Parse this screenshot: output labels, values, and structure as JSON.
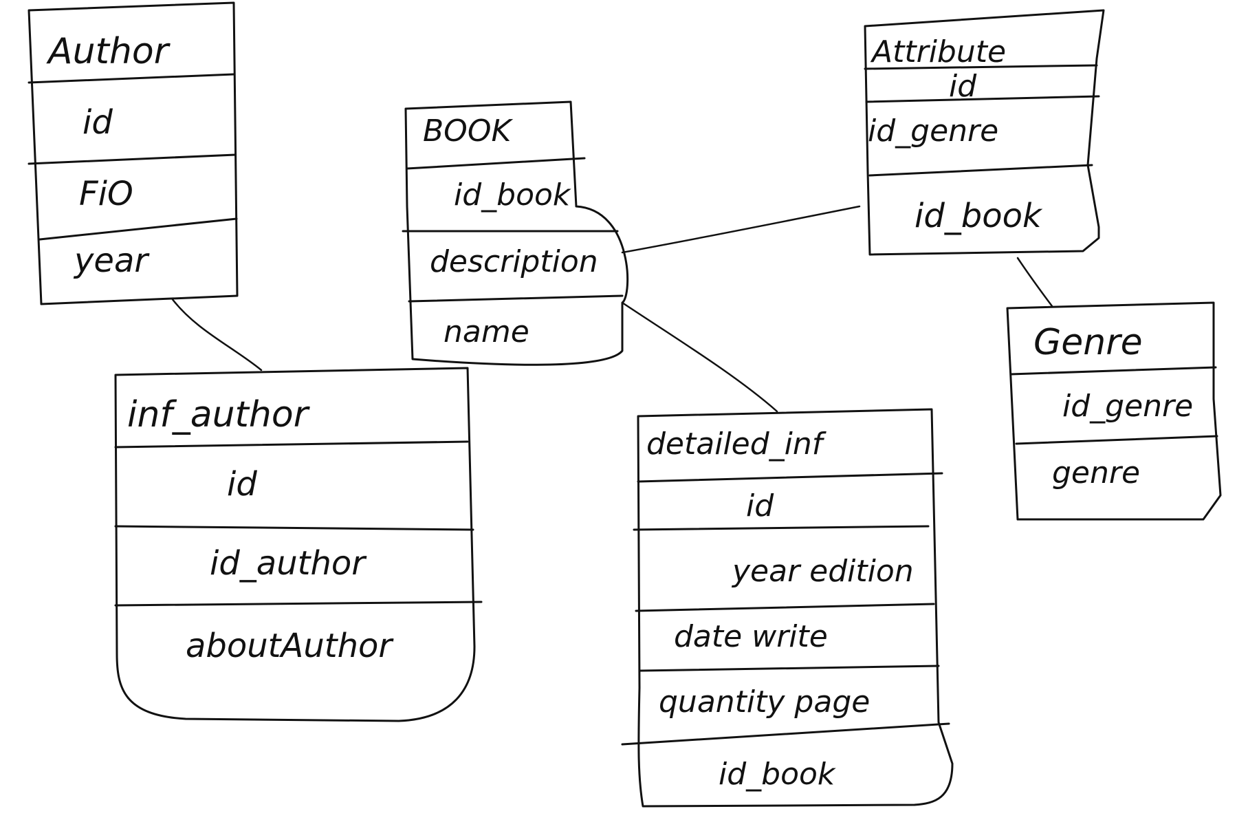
{
  "tables": {
    "author": {
      "title": "Author",
      "fields": [
        "id",
        "FiO",
        "year"
      ]
    },
    "book": {
      "title": "BOOK",
      "fields": [
        "id_book",
        "description",
        "name"
      ]
    },
    "attribute": {
      "title": "Attribute",
      "fields": [
        "id",
        "id_genre",
        "id_book"
      ]
    },
    "genre": {
      "title": "Genre",
      "fields": [
        "id_genre",
        "genre"
      ]
    },
    "inf_author": {
      "title": "inf_author",
      "fields": [
        "id",
        "id_author",
        "aboutAuthor"
      ]
    },
    "detailed_inf": {
      "title": "detailed_inf",
      "fields": [
        "id",
        "year edition",
        "date write",
        "quantity page",
        "id_book"
      ]
    }
  }
}
